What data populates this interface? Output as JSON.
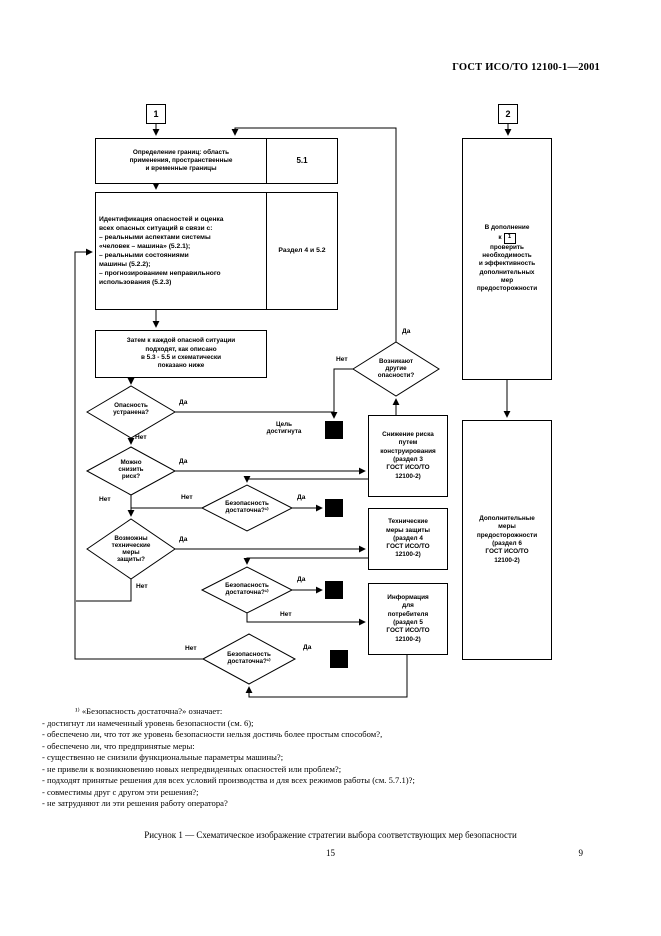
{
  "page": {
    "header": "ГОСТ ИСО/ТО 12100-1—2001",
    "caption": "Рисунок 1 — Схематическое изображение стратегии выбора соответствующих мер безопасности",
    "page_number_center": "15",
    "page_number_right": "9"
  },
  "labels": {
    "yes": "Да",
    "no": "Нет"
  },
  "flowchart": {
    "ref1": "1",
    "ref2": "2",
    "box_limits": "Определение границ: область\nприменения, пространственные\nи временные границы",
    "box_limits_ref": "5.1",
    "box_hazards": "Идентификация опасностей и оценка\nвсех опасных ситуаций в связи с:\n– реальными аспектами системы\n«человек – машина» (5.2.1);\n– реальными состояниями\nмашины (5.2.2);\n– прогнозированием неправильного\nиспользования (5.2.3)",
    "box_hazards_ref": "Раздел 4 и 5.2",
    "box_each": "Затем к каждой опасной ситуации\nподходят, как описано\nв 5.3 - 5.5 и схематически\nпоказано ниже",
    "d_eliminated": "Опасность\nустранена?",
    "d_reduce": "Можно\nснизить\nриск?",
    "d_safety": "Безопасность\nдостаточна?¹⁾",
    "d_technical": "Возможны\nтехнические\nмеры\nзащиты?",
    "d_other": "Возникают\nдругие\nопасности?",
    "goal": "Цель\nдостигнута",
    "box_design": "Снижение риска\nпутем\nконструирования\n(раздел 3\nГОСТ ИСО/ТО\n12100-2)",
    "box_safeguard": "Технические\nмеры защиты\n(раздел 4\nГОСТ ИСО/ТО\n12100-2)",
    "box_info": "Информация\nдля\nпотребителя\n(раздел 5\nГОСТ ИСО/ТО\n12100-2)",
    "box_check": {
      "line1": "В дополнение",
      "prefix": "к",
      "ref": "1",
      "rest": "проверить\nнеобходимость\nи эффективность\nдополнительных\nмер\nпредосторожности"
    },
    "box_additional": "Дополнительные\nмеры\nпредосторожности\n(раздел 6\nГОСТ ИСО/ТО\n12100-2)"
  },
  "footnote": {
    "intro": "¹⁾ «Безопасность достаточна?» означает:",
    "items": [
      "- достигнут ли намеченный уровень безопасности (см. 6);",
      "- обеспечено ли, что тот же уровень безопасности нельзя достичь более простым способом?,",
      "- обеспечено ли, что предпринятые меры:",
      "- существенно не снизили функциональные параметры машины?;",
      "- не привели к возникновению новых непредвиденных опасностей или проблем?;",
      "- подходят принятые решения для всех условий производства и для всех режимов работы (см. 5.7.1)?;",
      "- совместимы друг с другом эти решения?;",
      "- не затрудняют ли эти решения работу оператора?"
    ]
  }
}
